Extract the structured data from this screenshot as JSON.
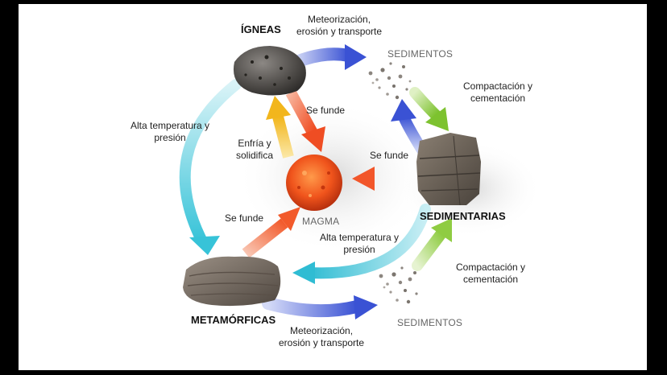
{
  "rocks": {
    "igneas": "ÍGNEAS",
    "sedimentarias": "SEDIMENTARIAS",
    "metamorficas": "METAMÓRFICAS",
    "magma": "MAGMA"
  },
  "sediments": {
    "top": "SEDIMENTOS",
    "bottom": "SEDIMENTOS"
  },
  "processes": {
    "meteorizacion_top": [
      "Meteorización,",
      "erosión y transporte"
    ],
    "meteorizacion_bottom": [
      "Meteorización,",
      "erosión y transporte"
    ],
    "compactacion_top": [
      "Compactación y",
      "cementación"
    ],
    "compactacion_bottom": [
      "Compactación y",
      "cementación"
    ],
    "alta_temp_left": [
      "Alta temperatura y",
      "presión"
    ],
    "alta_temp_center": [
      "Alta temperatura y",
      "presión"
    ],
    "enfria": [
      "Enfría y",
      "solidifica"
    ],
    "se_funde_igneas": "Se funde",
    "se_funde_sed": "Se funde",
    "se_funde_meta": "Se funde"
  },
  "colors": {
    "blue_arrow": "#3f5bd6",
    "cyan_arrow": "#37c3d8",
    "green_arrow": "#8cc63f",
    "orange_arrow": "#f26a3c",
    "yellow_arrow": "#f4c020",
    "magma": "#f0541c",
    "rock": "#5e5750"
  }
}
